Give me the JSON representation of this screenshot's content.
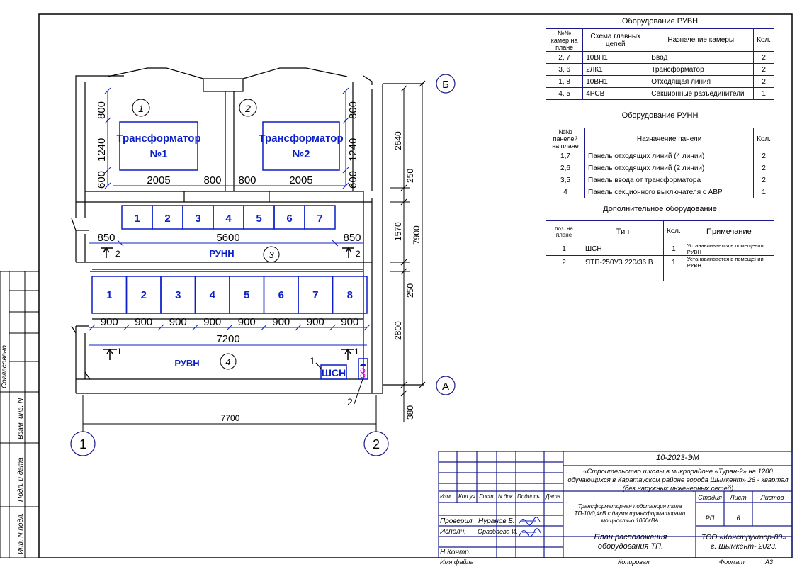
{
  "plan": {
    "cam1_num": "1",
    "cam2_num": "2",
    "runn_num": "3",
    "ruvn_num": "4",
    "tr1_line1": "Трансформатор",
    "tr1_line2": "№1",
    "tr2_line1": "Трансформатор",
    "tr2_line2": "№2",
    "dims_top": [
      "2005",
      "800",
      "800",
      "2005"
    ],
    "dims_left": [
      "800",
      "1240",
      "600"
    ],
    "dims_right": [
      "800",
      "1240",
      "600"
    ],
    "runn_panels": [
      "1",
      "2",
      "3",
      "4",
      "5",
      "6",
      "7"
    ],
    "runn_dims": [
      "850",
      "5600",
      "850"
    ],
    "runn_label": "РУНН",
    "ruvn_cells": [
      "1",
      "2",
      "3",
      "4",
      "5",
      "6",
      "7",
      "8"
    ],
    "ruvn_dims": [
      "900",
      "900",
      "900",
      "900",
      "900",
      "900",
      "900",
      "900"
    ],
    "ruvn_total": "7200",
    "ruvn_label": "РУВН",
    "section_mark_2": "2",
    "section_mark_1": "1",
    "shsn_label": "ШСН",
    "shsn_pos": "1",
    "yatp_pos": "2",
    "overall_width": "7700",
    "axis_b": "Б",
    "axis_a": "А",
    "axis_1": "1",
    "axis_2": "2",
    "right_dims": [
      "2640",
      "250",
      "1570",
      "250",
      "2800",
      "380"
    ],
    "overall_height": "7900"
  },
  "table_ruvn": {
    "title": "Оборудование РУВН",
    "headers": [
      "№№ камер на плане",
      "Схема главных цепей",
      "Назначение камеры",
      "Кол."
    ],
    "rows": [
      [
        "2, 7",
        "10ВН1",
        "Ввод",
        "2"
      ],
      [
        "3, 6",
        "2ЛК1",
        "Трансформатор",
        "2"
      ],
      [
        "1, 8",
        "10ВН1",
        "Отходящая линия",
        "2"
      ],
      [
        "4, 5",
        "4РСВ",
        "Секционные разъединители",
        "1"
      ]
    ]
  },
  "table_runn": {
    "title": "Оборудование РУНН",
    "headers": [
      "№№ панелей на плане",
      "Назначение панели",
      "Кол."
    ],
    "rows": [
      [
        "1,7",
        "Панель отходящих линий (4 линии)",
        "2"
      ],
      [
        "2,6",
        "Панель отходящих линий (2 линии)",
        "2"
      ],
      [
        "3,5",
        "Панель ввода от трансформатора",
        "2"
      ],
      [
        "4",
        "Панель секционного выключателя с АВР",
        "1"
      ]
    ]
  },
  "table_extra": {
    "title": "Дополнительное оборудование",
    "headers": [
      "поз. на плане",
      "Тип",
      "Кол.",
      "Примечание"
    ],
    "rows": [
      [
        "1",
        "ШСН",
        "1",
        "Устанавливается в помещении РУВН"
      ],
      [
        "2",
        "ЯТП-250УЗ 220/36 В",
        "1",
        "Устанавливается в помещении РУВН"
      ],
      [
        "",
        "",
        "",
        ""
      ]
    ]
  },
  "side_stamp": {
    "labels": [
      "Согласовано",
      "Взам. инв. N",
      "Подп. и дата",
      "Инв. N подл."
    ]
  },
  "title_block": {
    "doc_code": "10-2023-ЭМ",
    "project": "«Строительство школы в микрорайоне «Туран-2» на 1200 обучающихся в Каратауском районе города Шымкент» 26 - квартал (без наружных инженерных сетей)",
    "col_headers": [
      "Изм.",
      "Кол.уч.",
      "Лист",
      "N док.",
      "Подпись",
      "Дата"
    ],
    "checked_role": "Проверил",
    "checked_name": "Нуранов Б.",
    "executed_role": "Исполн.",
    "executed_name": "Оразбаева И.",
    "norm_role": "Н.Контр.",
    "object": "Трансформаторная подстанция типа ТП-10/0,4кВ с двумя трансформаторами мощностью 1000кВА",
    "stage_h": "Стадия",
    "sheet_h": "Лист",
    "sheets_h": "Листов",
    "stage": "РП",
    "sheet": "6",
    "sheets": "",
    "drawing_title": "План расположения оборудования ТП.",
    "company": "ТОО «Конструктор-80» г. Шымкент- 2023.",
    "file_label": "Имя файла",
    "copied": "Копировал",
    "format_label": "Формат",
    "format": "А3"
  }
}
